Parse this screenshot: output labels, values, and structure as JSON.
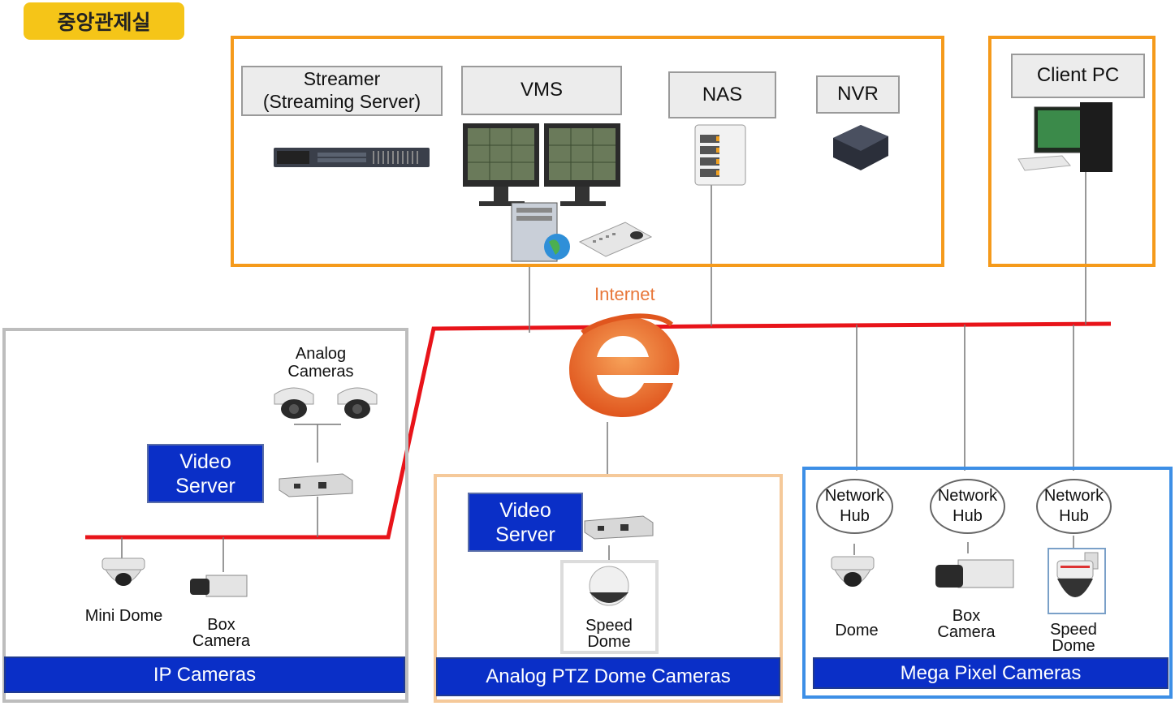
{
  "header": {
    "title": "중앙관제실"
  },
  "central": {
    "streamer": "Streamer\n(Streaming Server)",
    "vms": "VMS",
    "nas": "NAS",
    "nvr": "NVR"
  },
  "client": {
    "label": "Client PC"
  },
  "internet": {
    "label": "Internet"
  },
  "ip_cameras": {
    "band": "IP Cameras",
    "analog_cameras": "Analog\nCameras",
    "video_server": "Video\nServer",
    "mini_dome": "Mini Dome",
    "box_camera": "Box\nCamera"
  },
  "analog_ptz": {
    "band": "Analog PTZ Dome  Cameras",
    "video_server": "Video\nServer",
    "speed_dome": "Speed\nDome"
  },
  "mega_pixel": {
    "band": "Mega Pixel  Cameras",
    "hubs": [
      "Network\nHub",
      "Network\nHub",
      "Network\nHub"
    ],
    "dome": "Dome",
    "box_camera": "Box\nCamera",
    "speed_dome": "Speed\nDome"
  }
}
